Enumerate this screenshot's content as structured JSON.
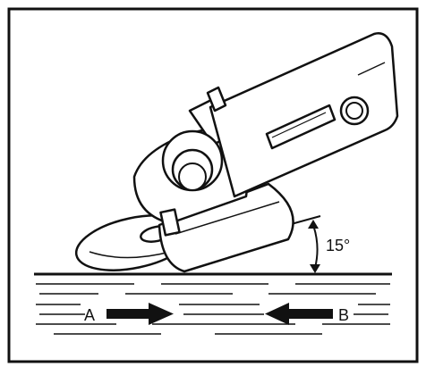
{
  "figure": {
    "angle_label": "15°",
    "direction_a_label": "A",
    "direction_b_label": "B"
  },
  "icons": {
    "tool": "angle-grinder-icon",
    "arrow_a": "arrow-right-icon",
    "arrow_b": "arrow-left-icon"
  },
  "colors": {
    "ink": "#111111",
    "paper": "#ffffff"
  }
}
